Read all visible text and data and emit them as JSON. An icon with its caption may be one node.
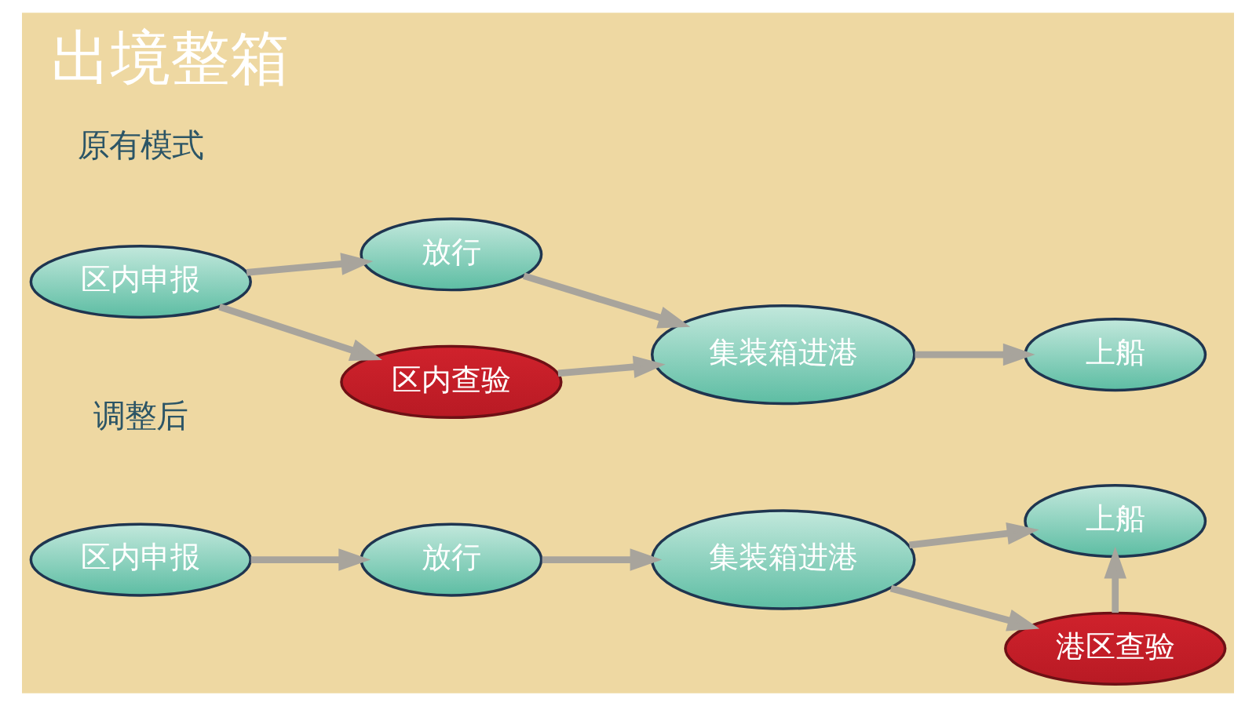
{
  "diagram": {
    "title": "出境整箱",
    "nodes": [
      {
        "text": [
          "区内申报"
        ]
      },
      {
        "text": [
          "放行"
        ]
      },
      {
        "text": [
          "区内查验"
        ]
      },
      {
        "text": [
          "集装箱进港"
        ]
      },
      {
        "text": [
          "上船"
        ]
      },
      {
        "text": [
          "区内申报"
        ]
      },
      {
        "text": [
          "放行"
        ]
      },
      {
        "text": [
          "集装箱进港"
        ]
      },
      {
        "text": [
          "上船"
        ]
      },
      {
        "text": [
          "港区查验"
        ]
      }
    ],
    "edges": [
      {
        "from": 0,
        "to": 1,
        "arrow": "to"
      },
      {
        "from": 0,
        "to": 2,
        "arrow": "to"
      },
      {
        "from": 1,
        "to": 3,
        "arrow": "to"
      },
      {
        "from": 2,
        "to": 3,
        "arrow": "to"
      },
      {
        "from": 3,
        "to": 4,
        "arrow": "to"
      },
      {
        "from": 5,
        "to": 6,
        "arrow": "to"
      },
      {
        "from": 6,
        "to": 7,
        "arrow": "to"
      },
      {
        "from": 7,
        "to": 8,
        "arrow": "to"
      },
      {
        "from": 7,
        "to": 9,
        "arrow": "to"
      },
      {
        "from": 9,
        "to": 8,
        "arrow": "to"
      }
    ],
    "labels": [
      "原有模式",
      "调整后"
    ]
  }
}
